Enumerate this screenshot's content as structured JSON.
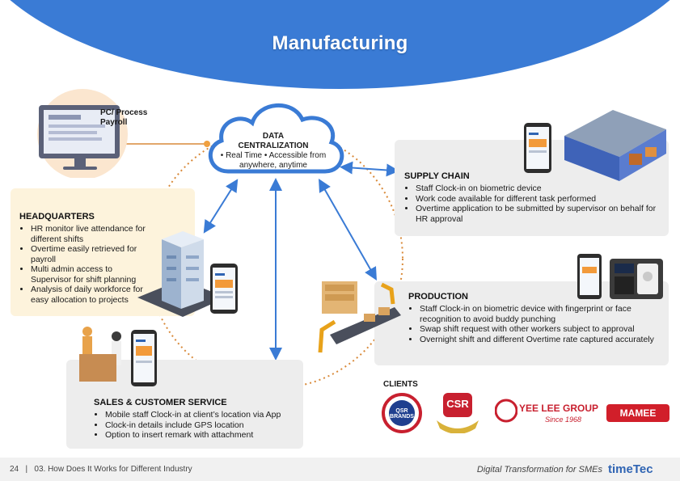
{
  "header": {
    "title": "Manufacturing"
  },
  "pc": {
    "label": "PC/ Process\nPayroll"
  },
  "cloud": {
    "title": "DATA\nCENTRALIZATION",
    "line1": "• Real Time  • Accessible from",
    "line2": "anywhere, anytime"
  },
  "headquarters": {
    "title": "HEADQUARTERS",
    "items": [
      "HR monitor live attendance for different shifts",
      "Overtime easily retrieved for payroll",
      "Multi admin access to Supervisor for shift planning",
      "Analysis of daily workforce for easy allocation to projects"
    ]
  },
  "supply_chain": {
    "title": "SUPPLY CHAIN",
    "items": [
      "Staff Clock-in on biometric device",
      "Work code available for different task performed",
      "Overtime application to be submitted by supervisor on behalf for HR approval"
    ]
  },
  "production": {
    "title": "PRODUCTION",
    "items": [
      "Staff Clock-in on biometric device with fingerprint or face recognition to avoid buddy punching",
      "Swap shift request with other workers subject to approval",
      "Overnight shift and different Overtime rate captured accurately"
    ]
  },
  "sales": {
    "title": "SALES & CUSTOMER SERVICE",
    "items": [
      "Mobile staff Clock-in at client’s location via App",
      "Clock-in details include GPS location",
      "Option to insert remark with attachment"
    ]
  },
  "clients": {
    "label": "CLIENTS",
    "logos": [
      "QSR BRANDS",
      "CSR",
      "YEE LEE GROUP",
      "Since 1968",
      "MAMEE"
    ]
  },
  "footer": {
    "page": "24   |   03. How Does It Works for Different Industry",
    "tagline": "Digital Transformation for SMEs",
    "brand": "timeTec"
  },
  "colors": {
    "header": "#3a7bd5",
    "arrow": "#3a7bd5",
    "dotted": "#d98a3a",
    "panel": "#ededed",
    "hq_panel": "#fdf3dc"
  }
}
